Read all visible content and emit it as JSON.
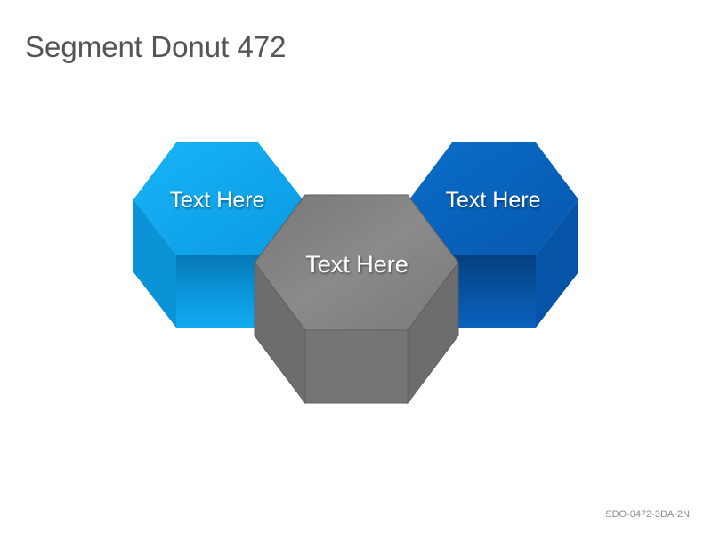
{
  "slide": {
    "title": "Segment Donut 472",
    "code": "SDO-0472-3DA-2N"
  },
  "segments": [
    {
      "label": "Text Here",
      "color": "#12a9ef"
    },
    {
      "label": "Text Here",
      "color": "#0a64bf"
    },
    {
      "label": "Text Here",
      "color": "#7f7f7f"
    }
  ]
}
